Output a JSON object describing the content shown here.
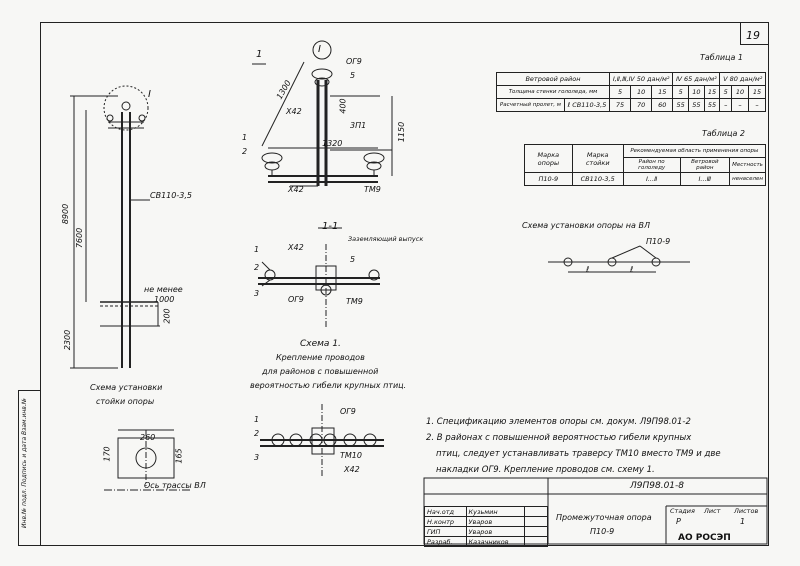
{
  "sheet": {
    "number": "19"
  },
  "table1": {
    "title": "Таблица 1",
    "header": [
      "Ветровой район",
      "Ⅰ,Ⅱ,Ⅲ,Ⅳ 50 дан/м²",
      "Ⅳ 65 дан/м²",
      "Ⅴ 80 дан/м²"
    ],
    "row1_label": "Толщина стенки гололеда, мм",
    "row1_values": [
      "5",
      "10",
      "15",
      "5",
      "10",
      "15",
      "5",
      "10",
      "15"
    ],
    "row2_label": "Расчетный пролет, м",
    "row2_symbol": "ℓ",
    "row2_mark": "СВ110-3,5",
    "row2_values": [
      "75",
      "70",
      "60",
      "55",
      "55",
      "55",
      "–",
      "–",
      "–"
    ]
  },
  "table2": {
    "title": "Таблица 2",
    "header": [
      "Марка опоры",
      "Марка стойки",
      "Рекомендуемая область применения опоры"
    ],
    "subheader": [
      "Район по гололеду",
      "Ветровой район",
      "Местность"
    ],
    "row": [
      "П10-9",
      "СВ110-3,5",
      "Ⅰ...Ⅱ",
      "Ⅰ...Ⅲ",
      "ненаселен"
    ]
  },
  "drawing": {
    "pole_label": "СВ110-3,5",
    "dim_8900": "8900",
    "dim_7600": "7600",
    "dim_2300": "2300",
    "dim_1000": "1000",
    "dim_200": "200",
    "ground_label": "не менее",
    "callout_I": "Ⅰ",
    "callout_1": "1",
    "schema_install_stand_1": "Схема установки",
    "schema_install_stand_2": "стойки опоры",
    "dim_260": "260",
    "dim_170": "170",
    "dim_165": "165",
    "axis_label": "Ось трассы ВЛ",
    "node_OG9": "ОГ9",
    "node_5": "5",
    "node_X42": "Х42",
    "node_1300": "1300",
    "node_400": "400",
    "node_1150": "1150",
    "node_3P1": "3П1",
    "node_1320": "1320",
    "node_1": "1",
    "node_2": "2",
    "node_TM9": "ТМ9",
    "section_title": "1-1",
    "ground_clip": "Заземляющий выпуск",
    "sec_X42": "Х42",
    "sec_5": "5",
    "sec_OG9": "ОГ9",
    "sec_TM9": "ТМ9",
    "sec_1": "1",
    "sec_2": "2",
    "sec_3": "3",
    "schema1_title": "Схема 1.",
    "schema1_line1": "Крепление проводов",
    "schema1_line2": "для районов с повышенной",
    "schema1_line3": "вероятностью гибели крупных птиц.",
    "s2_OG9": "ОГ9",
    "s2_TM10": "ТМ10",
    "s2_X42": "Х42",
    "s2_1": "1",
    "s2_2": "2",
    "s2_3": "3",
    "schema_install_pole": "Схема установки опоры на ВЛ",
    "p10_label": "П10-9",
    "span_l1": "ℓ",
    "span_l2": "ℓ"
  },
  "notes": {
    "line1": "1. Спецификацию элементов опоры см. докум. Л9П98.01-2",
    "line2": "2. В районах с повышенной вероятностью гибели крупных",
    "line3": "птиц, следует устанавливать траверсу ТМ10 вместо ТМ9 и две",
    "line4": "накладки ОГ9. Крепление проводов см. схему 1."
  },
  "stamp": {
    "doc_code": "Л9П98.01-8",
    "title1": "Промежуточная опора",
    "title2": "П10-9",
    "col_stage": "Стадия",
    "col_sheet": "Лист",
    "col_sheets": "Листов",
    "stage": "Р",
    "sheet_val": "1",
    "org": "АО РОСЭП",
    "rows": [
      {
        "role": "Нач.отд",
        "name": "Кузьмин"
      },
      {
        "role": "Н.контр",
        "name": "Уваров"
      },
      {
        "role": "ГИП",
        "name": "Уваров"
      },
      {
        "role": "Разраб.",
        "name": "Казачников"
      }
    ]
  },
  "side": {
    "text": "Инв.№ подл.   Подпись и дата   Взам.инв.№"
  }
}
